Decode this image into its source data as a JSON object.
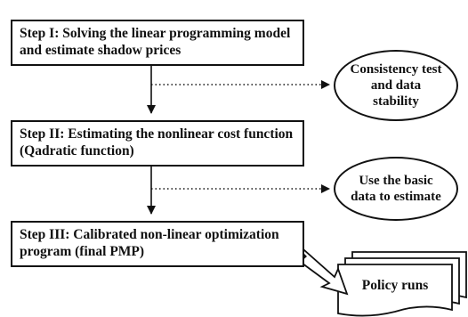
{
  "steps": [
    {
      "text": "Step I: Solving the linear programming model and estimate shadow prices"
    },
    {
      "text": "Step II: Estimating the nonlinear cost function (Qadratic function)"
    },
    {
      "text": "Step III: Calibrated non-linear optimization program (final PMP)"
    }
  ],
  "side_nodes": [
    {
      "text": "Consistency test and data stability"
    },
    {
      "text": "Use the basic data to estimate"
    }
  ],
  "output": {
    "text": "Policy runs"
  }
}
